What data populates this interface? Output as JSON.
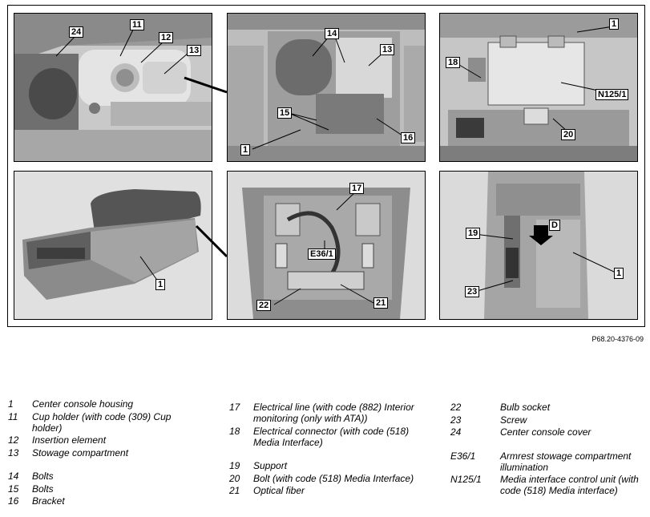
{
  "figure_ref": "P68.20-4376-09",
  "panels": {
    "p1": {
      "callouts": [
        "24",
        "11",
        "12",
        "13"
      ]
    },
    "p2": {
      "callouts": [
        "14",
        "13",
        "15",
        "1",
        "16"
      ]
    },
    "p3": {
      "callouts": [
        "1",
        "18",
        "N125/1",
        "20"
      ]
    },
    "p4": {
      "callouts": [
        "1"
      ]
    },
    "p5": {
      "callouts": [
        "17",
        "E36/1",
        "22",
        "21"
      ]
    },
    "p6": {
      "callouts": [
        "D",
        "19",
        "1",
        "23"
      ]
    }
  },
  "legend": {
    "col1": [
      {
        "code": "1",
        "desc": "Center console housing"
      },
      {
        "code": "11",
        "desc": "Cup holder (with code (309) Cup holder)"
      },
      {
        "code": "12",
        "desc": "Insertion element"
      },
      {
        "code": "13",
        "desc": "Stowage compartment"
      },
      {
        "code": "14",
        "desc": "Bolts"
      },
      {
        "code": "15",
        "desc": "Bolts"
      },
      {
        "code": "16",
        "desc": "Bracket"
      }
    ],
    "col2": [
      {
        "code": "17",
        "desc": "Electrical line (with code (882) Interior monitoring (only with ATA))"
      },
      {
        "code": "18",
        "desc": "Electrical connector (with code (518) Media Interface)"
      },
      {
        "code": "19",
        "desc": "Support"
      },
      {
        "code": "20",
        "desc": "Bolt (with code (518) Media Interface)"
      },
      {
        "code": "21",
        "desc": "Optical fiber"
      }
    ],
    "col3": [
      {
        "code": "22",
        "desc": "Bulb socket"
      },
      {
        "code": "23",
        "desc": "Screw"
      },
      {
        "code": "24",
        "desc": "Center console cover"
      },
      {
        "code": "E36/1",
        "desc": "Armrest stowage compartment illumination"
      },
      {
        "code": "N125/1",
        "desc": "Media interface control unit (with code (518) Media interface)"
      }
    ]
  }
}
